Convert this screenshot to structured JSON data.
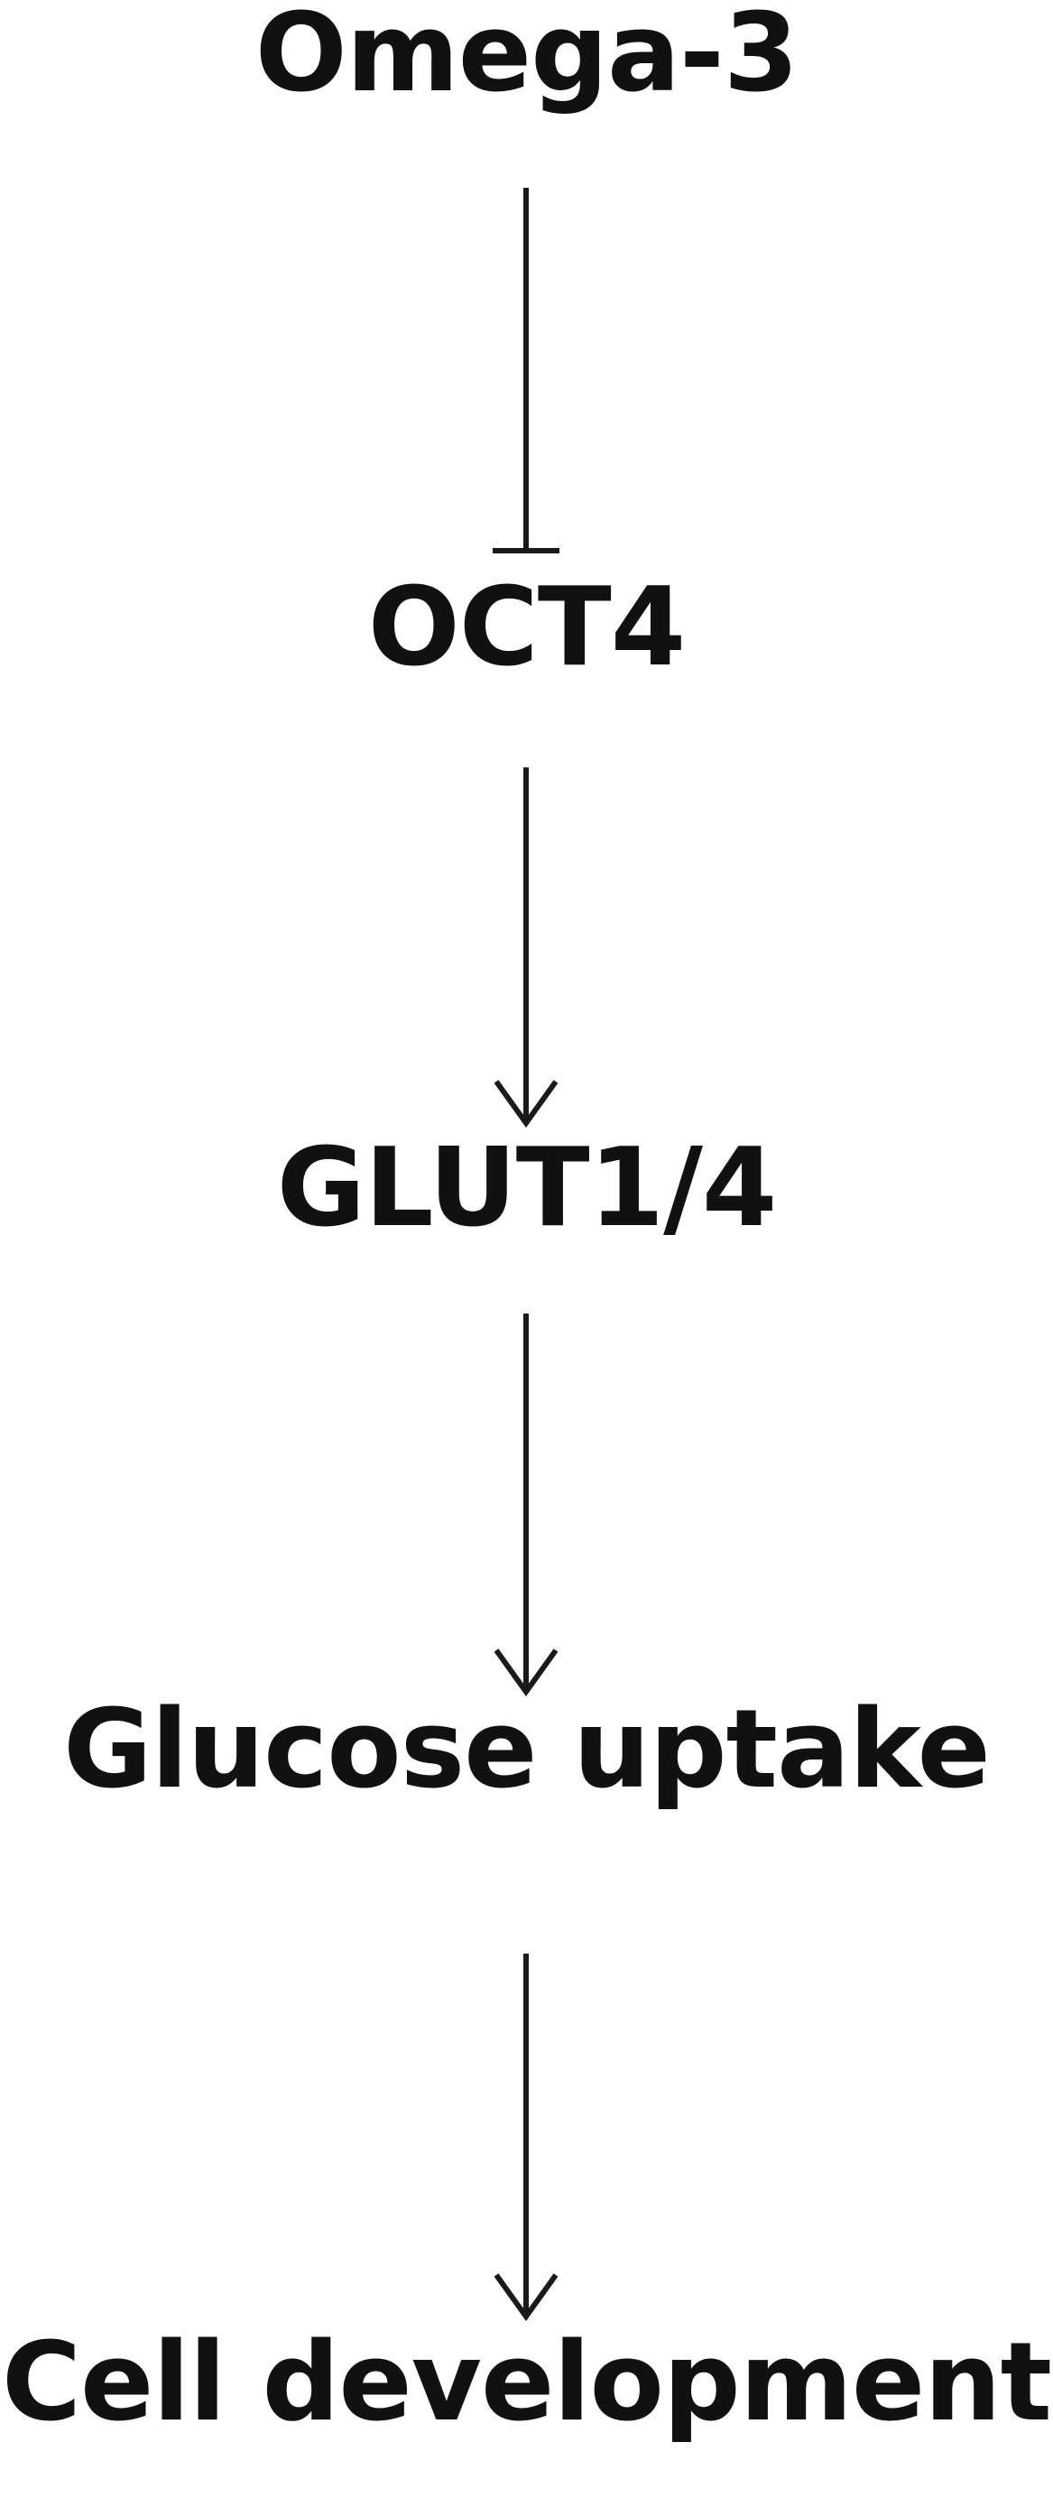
{
  "diagram": {
    "nodes": [
      {
        "id": "omega3",
        "label": "Omega-3"
      },
      {
        "id": "oct4",
        "label": "OCT4"
      },
      {
        "id": "glut",
        "label": "GLUT1/4"
      },
      {
        "id": "glucose",
        "label": "Glucose uptake"
      },
      {
        "id": "cell",
        "label": "Cell development"
      }
    ],
    "edges": [
      {
        "from": "omega3",
        "to": "oct4",
        "type": "inhibition"
      },
      {
        "from": "oct4",
        "to": "glut",
        "type": "activation"
      },
      {
        "from": "glut",
        "to": "glucose",
        "type": "activation"
      },
      {
        "from": "glucose",
        "to": "cell",
        "type": "activation"
      }
    ],
    "colors": {
      "text": "#111111",
      "line": "#1a1a1a",
      "background": "#ffffff"
    }
  }
}
